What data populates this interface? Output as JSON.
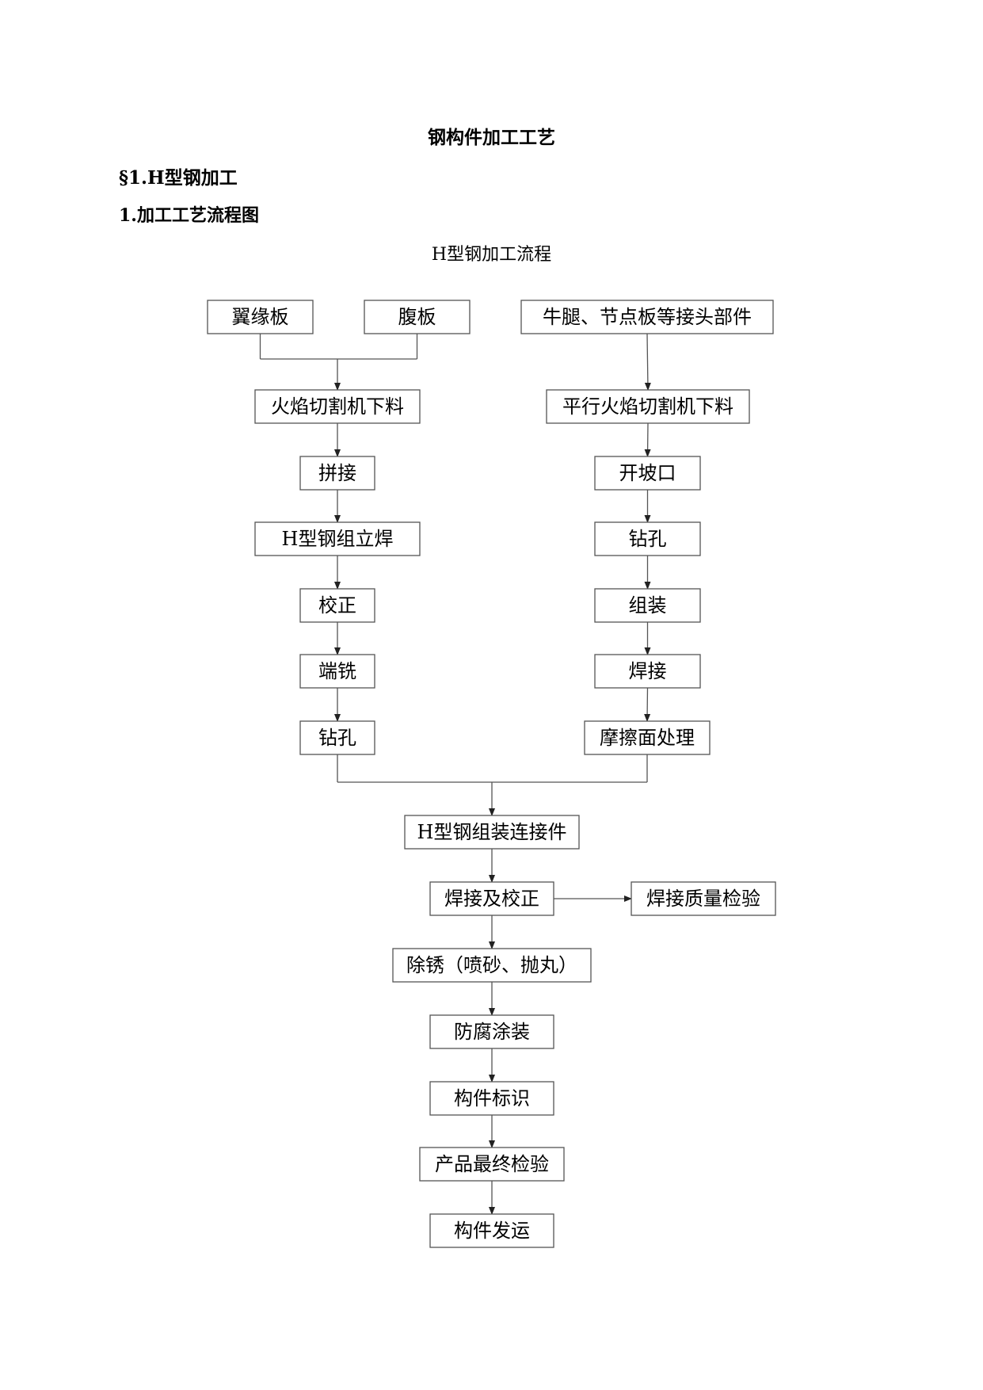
{
  "document": {
    "title": "钢构件加工工艺",
    "section_heading": "§1.H型钢加工",
    "sub_heading": "1.加工工艺流程图",
    "flow_caption": "H型钢加工流程"
  },
  "flowchart": {
    "nodes": [
      {
        "id": "flange",
        "label": "翼缘板"
      },
      {
        "id": "web",
        "label": "腹板"
      },
      {
        "id": "joint_parts",
        "label": "牛腿、节点板等接头部件"
      },
      {
        "id": "flame_cut",
        "label": "火焰切割机下料"
      },
      {
        "id": "parallel_cut",
        "label": "平行火焰切割机下料"
      },
      {
        "id": "splice",
        "label": "拼接"
      },
      {
        "id": "bevel",
        "label": "开坡口"
      },
      {
        "id": "h_weld",
        "label": "H型钢组立焊"
      },
      {
        "id": "drill_r",
        "label": "钻孔"
      },
      {
        "id": "correct",
        "label": "校正"
      },
      {
        "id": "assemble",
        "label": "组装"
      },
      {
        "id": "mill",
        "label": "端铣"
      },
      {
        "id": "weld_r",
        "label": "焊接"
      },
      {
        "id": "drill_l",
        "label": "钻孔"
      },
      {
        "id": "friction",
        "label": "摩擦面处理"
      },
      {
        "id": "h_connect",
        "label": "H型钢组装连接件"
      },
      {
        "id": "weld_correct",
        "label": "焊接及校正"
      },
      {
        "id": "weld_inspect",
        "label": "焊接质量检验"
      },
      {
        "id": "derust",
        "label": "除锈（喷砂、抛丸）"
      },
      {
        "id": "anticorrosion",
        "label": "防腐涂装"
      },
      {
        "id": "marking",
        "label": "构件标识"
      },
      {
        "id": "final_inspect",
        "label": "产品最终检验"
      },
      {
        "id": "ship",
        "label": "构件发运"
      }
    ],
    "edges": [
      [
        "flange",
        "flame_cut"
      ],
      [
        "web",
        "flame_cut"
      ],
      [
        "flame_cut",
        "splice"
      ],
      [
        "splice",
        "h_weld"
      ],
      [
        "h_weld",
        "correct"
      ],
      [
        "correct",
        "mill"
      ],
      [
        "mill",
        "drill_l"
      ],
      [
        "joint_parts",
        "parallel_cut"
      ],
      [
        "parallel_cut",
        "bevel"
      ],
      [
        "bevel",
        "drill_r"
      ],
      [
        "drill_r",
        "assemble"
      ],
      [
        "assemble",
        "weld_r"
      ],
      [
        "weld_r",
        "friction"
      ],
      [
        "drill_l",
        "h_connect"
      ],
      [
        "friction",
        "h_connect"
      ],
      [
        "h_connect",
        "weld_correct"
      ],
      [
        "weld_correct",
        "weld_inspect"
      ],
      [
        "weld_correct",
        "derust"
      ],
      [
        "derust",
        "anticorrosion"
      ],
      [
        "anticorrosion",
        "marking"
      ],
      [
        "marking",
        "final_inspect"
      ],
      [
        "final_inspect",
        "ship"
      ]
    ]
  }
}
